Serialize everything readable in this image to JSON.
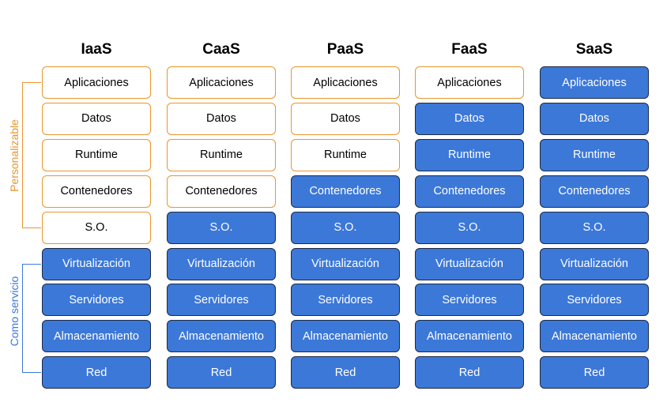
{
  "columns": [
    {
      "title": "IaaS",
      "managed_count": 5
    },
    {
      "title": "CaaS",
      "managed_count": 4
    },
    {
      "title": "PaaS",
      "managed_count": 3
    },
    {
      "title": "FaaS",
      "managed_count": 1
    },
    {
      "title": "SaaS",
      "managed_count": 0
    }
  ],
  "layers": [
    "Aplicaciones",
    "Datos",
    "Runtime",
    "Contenedores",
    "S.O.",
    "Virtualización",
    "Servidores",
    "Almacenamiento",
    "Red"
  ],
  "brackets": {
    "customizable": "Personalizable",
    "as_service": "Como servicio"
  },
  "colors": {
    "customizable_border": "#e8962e",
    "service_fill": "#3c78d8",
    "service_border": "#1c2b44"
  }
}
